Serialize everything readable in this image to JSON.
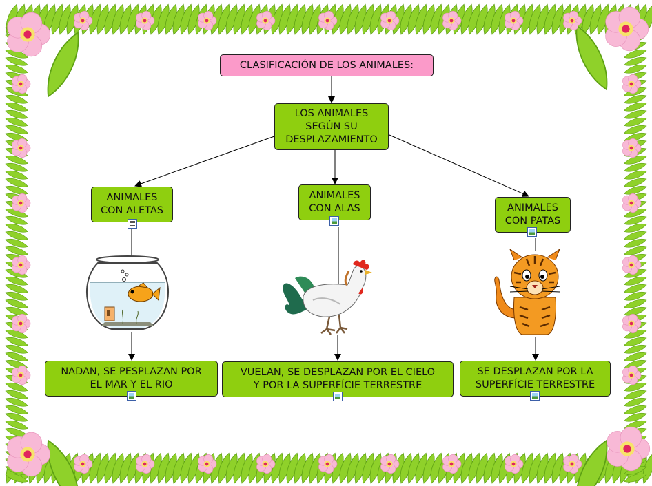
{
  "title": "CLASIFICACIÓN DE LOS ANIMALES:",
  "root": "LOS ANIMALES\nSEGÚN SU\nDESPLAZAMIENTO",
  "categories": [
    {
      "label": "ANIMALES\nCON ALETAS",
      "icon": "document-icon",
      "picture": "fishbowl",
      "description": "NADAN, SE PESPLAZAN POR\nEL MAR Y EL RIO"
    },
    {
      "label": "ANIMALES\nCON ALAS",
      "icon": "image-icon",
      "picture": "rooster",
      "description": "VUELAN, SE DESPLAZAN POR EL CIELO\nY POR LA SUPERFÍCIE TERRESTRE"
    },
    {
      "label": "ANIMALES\nCON PATAS",
      "icon": "image-icon",
      "picture": "tiger-cat",
      "description": "SE DESPLAZAN POR LA\nSUPERFÍCIE TERRESTRE"
    }
  ],
  "colors": {
    "node_green": "#8fcf0f",
    "title_pink": "#fb9ac9",
    "frame_leaf": "#8fd12a",
    "frame_flower": "#f8b9d6"
  }
}
